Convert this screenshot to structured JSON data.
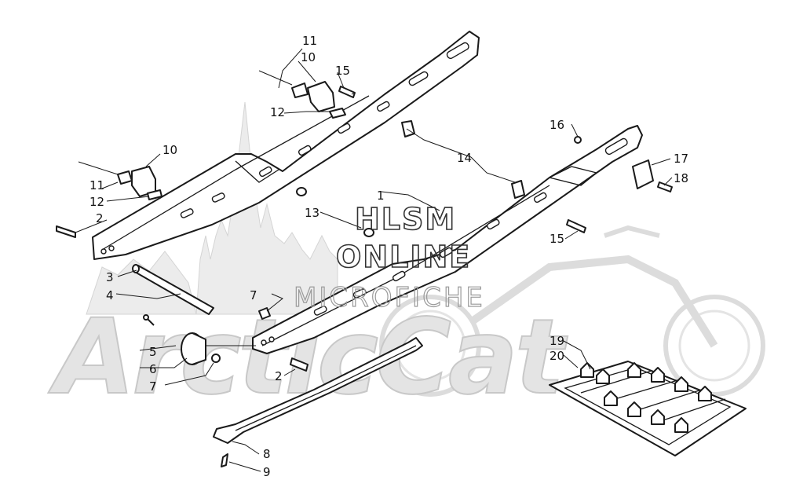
{
  "watermark": {
    "line1": "HLSM",
    "line2": "ONLINE",
    "line3": "MICROFICHE",
    "logo_text": "ArcticCat"
  },
  "callouts": {
    "n1": "1",
    "n2a": "2",
    "n2b": "2",
    "n3": "3",
    "n4": "4",
    "n5": "5",
    "n6": "6",
    "n7a": "7",
    "n7b": "7",
    "n8": "8",
    "n9": "9",
    "n10a": "10",
    "n10b": "10",
    "n11a": "11",
    "n11b": "11",
    "n12a": "12",
    "n12b": "12",
    "n13": "13",
    "n14": "14",
    "n15a": "15",
    "n15b": "15",
    "n16": "16",
    "n17": "17",
    "n18": "18",
    "n19": "19",
    "n20": "20"
  },
  "colors": {
    "ink": "#1a1a1a",
    "watermark": "#c8c8c8",
    "background": "#ffffff"
  }
}
